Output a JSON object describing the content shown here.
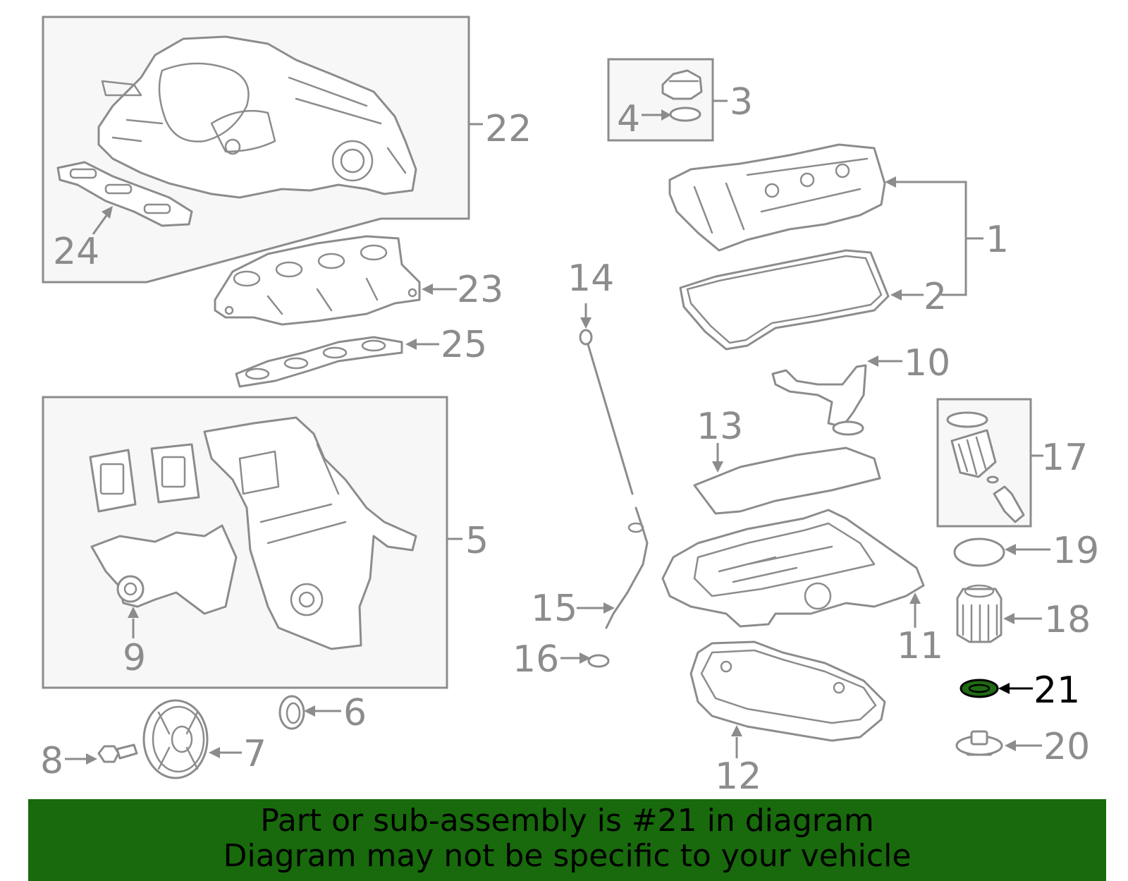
{
  "diagram": {
    "highlight_color": "#186a0c",
    "highlighted_callout": "21",
    "callouts": {
      "c1": "1",
      "c2": "2",
      "c3": "3",
      "c4": "4",
      "c5": "5",
      "c6": "6",
      "c7": "7",
      "c8": "8",
      "c9": "9",
      "c10": "10",
      "c11": "11",
      "c12": "12",
      "c13": "13",
      "c14": "14",
      "c15": "15",
      "c16": "16",
      "c17": "17",
      "c18": "18",
      "c19": "19",
      "c20": "20",
      "c21": "21",
      "c22": "22",
      "c23": "23",
      "c24": "24",
      "c25": "25"
    }
  },
  "banner": {
    "line1": "Part or sub-assembly is #21 in diagram",
    "line2": "Diagram may not be specific to your vehicle",
    "background": "#186a0c"
  }
}
